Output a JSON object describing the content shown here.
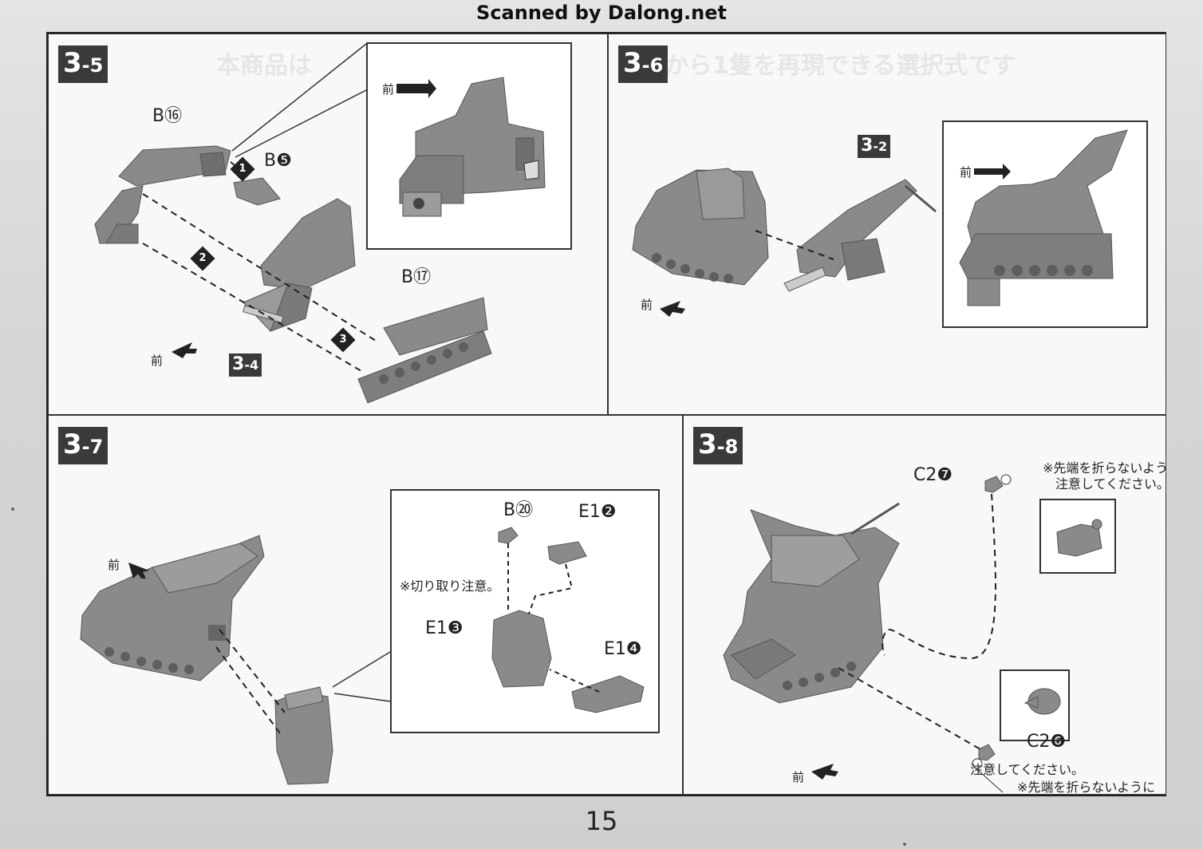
{
  "watermark": "Scanned by Dalong.net",
  "page_number": "15",
  "background_text": {
    "top_banner_left": "本商品は",
    "top_banner_right": "から1隻を再現できる選択式です"
  },
  "steps": {
    "s35": {
      "number": "3",
      "sub": "-5",
      "front_label": "前",
      "inset_front_label": "前",
      "part_b16": "B⑯",
      "part_b5": "B❺",
      "part_b17": "B⑰",
      "ref_tag": "3",
      "ref_tag_sub": "-4",
      "order": [
        "1",
        "2",
        "3"
      ]
    },
    "s36": {
      "number": "3",
      "sub": "-6",
      "front_label": "前",
      "inset_front_label": "前",
      "ref_tag": "3",
      "ref_tag_sub": "-2"
    },
    "s37": {
      "number": "3",
      "sub": "-7",
      "front_label": "前",
      "part_b20": "B⑳",
      "part_e1_2": "E1❷",
      "part_e1_3": "E1❸",
      "part_e1_4": "E1❹",
      "note": "※切り取り注意。"
    },
    "s38": {
      "number": "3",
      "sub": "-8",
      "front_label": "前",
      "part_c2_7": "C2❼",
      "part_c2_6": "C2❻",
      "note_top_line1": "※先端を折らないように",
      "note_top_line2": "注意してください。",
      "note_bottom_line1": "※先端を折らないように",
      "note_bottom_line2": "注意してください。"
    }
  },
  "colors": {
    "part_fill": "#8a8a8a",
    "part_dark": "#5e5e5e",
    "part_light": "#b0b0b0",
    "step_bg": "#3a3a3a"
  }
}
